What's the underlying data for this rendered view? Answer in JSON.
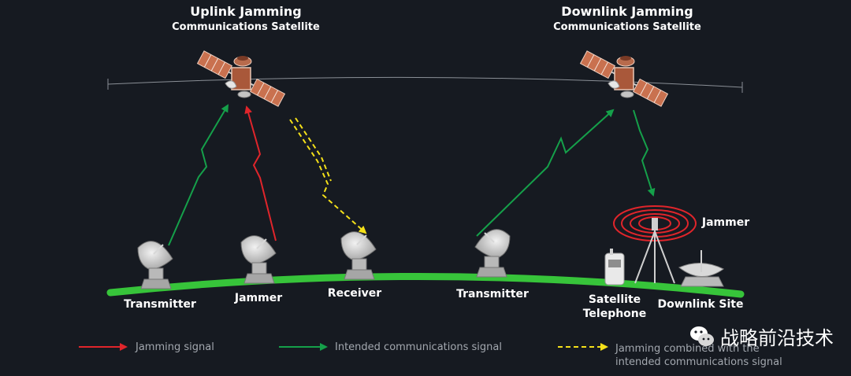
{
  "titles": {
    "uplink": {
      "line1": "Uplink Jamming",
      "line2": "Communications Satellite"
    },
    "downlink": {
      "line1": "Downlink Jamming",
      "line2": "Communications Satellite"
    }
  },
  "labels": {
    "transmitter_left": "Transmitter",
    "jammer_ground": "Jammer",
    "receiver": "Receiver",
    "transmitter_right": "Transmitter",
    "satellite_telephone": "Satellite Telephone",
    "downlink_site": "Downlink Site",
    "jammer_tower": "Jammer"
  },
  "legend": {
    "jamming": "Jamming signal",
    "intended": "Intended communications signal",
    "combined": "Jamming combined with the intended communications signal"
  },
  "watermark": "战略前沿技术",
  "colors": {
    "background": "#161a21",
    "ground": "#37c43a",
    "jamming": "#e0252b",
    "intended": "#15a04a",
    "combined": "#f4e019",
    "orbit": "#8a8f96"
  },
  "icons": [
    "satellite-icon",
    "dish-antenna-icon",
    "phone-icon",
    "tower-icon",
    "wechat-icon"
  ]
}
